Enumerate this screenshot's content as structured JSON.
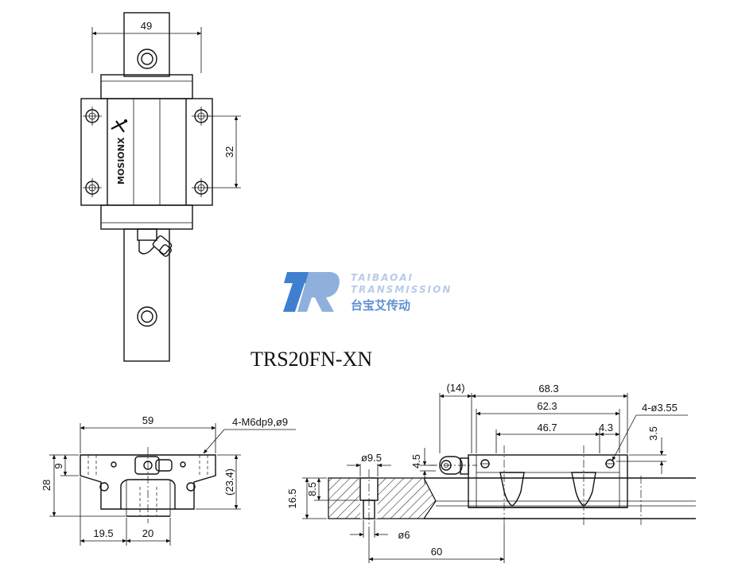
{
  "model": "TRS20FN-XN",
  "brand_mark": "MOSIONX",
  "logo": {
    "line1": "TAIBAOAI",
    "line2": "TRANSMISSION",
    "cn": "台宝艾传动",
    "colors": {
      "accent": "#3f7fd0",
      "light": "#b8cbe8"
    }
  },
  "top_view": {
    "width": "49",
    "hole_spacing": "32"
  },
  "end_view": {
    "width": "59",
    "tapped_holes": "4-M6dp9,ø9",
    "top_offset": "9",
    "height": "28",
    "body_height": "(23.4)",
    "rail_offset": "19.5",
    "rail_width": "20"
  },
  "side_view": {
    "rail_extension": "(14)",
    "overall_length": "68.3",
    "body_length": "62.3",
    "hole_pitch": "46.7",
    "hole_offset": "4.3",
    "small_holes": "4-ø3.55",
    "hole_height": "3.5",
    "nipple_height": "4.5",
    "cbore_dia": "ø9.5",
    "cbore_depth": "8.5",
    "rail_height": "16.5",
    "bolt_hole_dia": "ø6",
    "rail_pitch": "60"
  }
}
